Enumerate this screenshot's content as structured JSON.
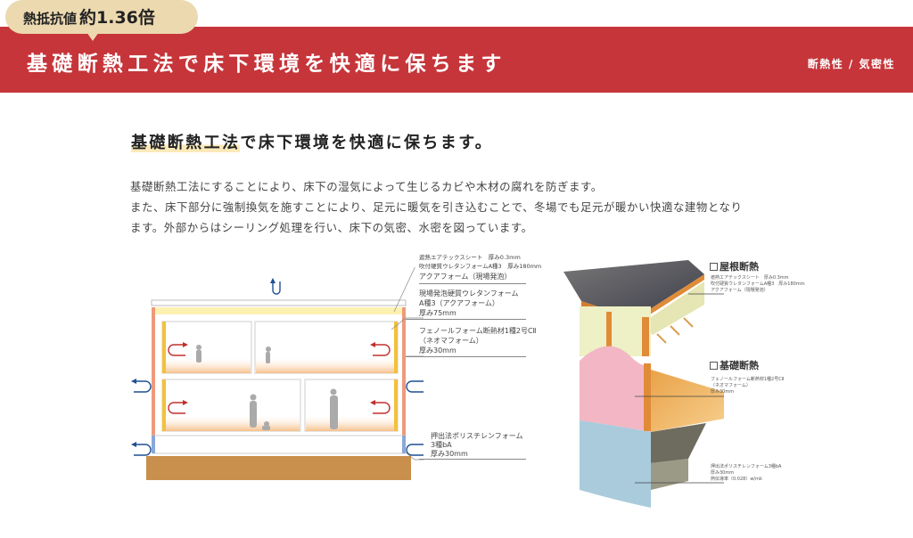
{
  "badge": {
    "label": "熱抵抗値",
    "value": "約1.36倍"
  },
  "banner": {
    "title": "基礎断熱工法で床下環境を快適に保ちます",
    "tags": "断熱性 / 気密性",
    "color": "#c6353a"
  },
  "section": {
    "heading_highlight": "基礎断熱工法",
    "heading_rest": "で床下環境を快適に保ちます。",
    "paragraph_lines": [
      "基礎断熱工法にすることにより、床下の湿気によって生じるカビや木材の腐れを防ぎます。",
      "また、床下部分に強制換気を施すことにより、足元に暖気を引き込むことで、冬場でも足元が暖かい快適な建物となり",
      "ます。外部からはシーリング処理を行い、床下の気密、水密を図っています。"
    ]
  },
  "diagram": {
    "labels": {
      "roof_line1": "遮熱エアテックスシート　厚み0.3mm",
      "roof_line2": "吹付硬質ウレタンフォームA種3　厚み180mm",
      "roof_line3": "アクアフォーム（現場発泡）",
      "wall_line1": "現場発泡硬質ウレタンフォーム",
      "wall_line2": "A種3（アクアフォーム）",
      "wall_line3": "厚み75mm",
      "ext_line1": "フェノールフォーム断熱材1種2号CⅡ",
      "ext_line2": "（ネオマフォーム）",
      "ext_line3": "厚み30mm",
      "found_line1": "押出法ポリスチレンフォーム",
      "found_line2": "3種bA",
      "found_line3": "厚み30mm"
    },
    "colors": {
      "exterior_wall": "#ee9a7c",
      "inner_wall": "#f3c13a",
      "ceiling": "#fdf1b0",
      "floor_gradient": "#f6c08a",
      "foundation": "#c98f4d",
      "base_insulation": "#8aa8d8",
      "warm_arrow": "#c0302b",
      "air_arrow": "#1f4f93"
    }
  },
  "illustration": {
    "roof": {
      "title": "屋根断熱",
      "lines": [
        "遮熱エアテックスシート　厚み0.3mm",
        "吹付硬質ウレタンフォームA種3　厚み180mm",
        "アクアフォーム（現場発泡）"
      ]
    },
    "foundation": {
      "title": "基礎断熱",
      "lines": [
        "フェノールフォーム断熱材1種2号CⅡ",
        "（ネオマフォーム）",
        "厚み30mm"
      ]
    },
    "base": {
      "lines": [
        "押出法ポリスチレンフォーム3種bA",
        "厚み30mm",
        "熱伝導率（0.028）w/mk"
      ]
    }
  }
}
